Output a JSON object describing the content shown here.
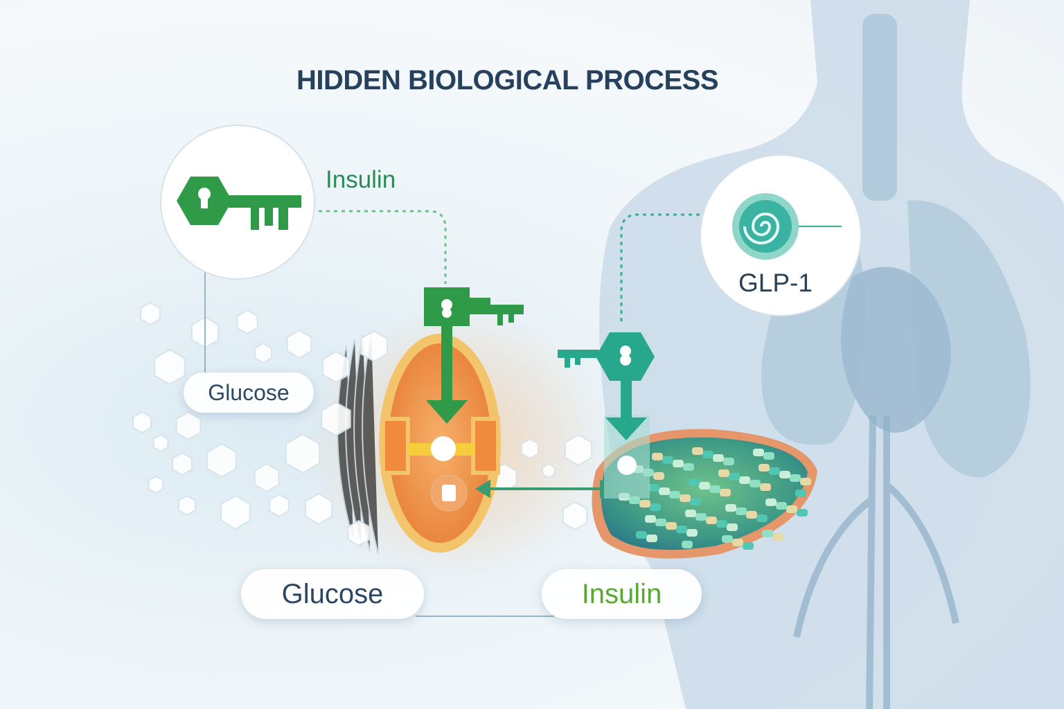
{
  "title": "HIDDEN BIOLOGICAL PROCESS",
  "labels": {
    "insulin_key": "Insulin",
    "glp1": "GLP-1",
    "glucose_small": "Glucose",
    "glucose_bottom": "Glucose",
    "insulin_bottom": "Insulin"
  },
  "colors": {
    "title": "#26405e",
    "insulin_key": "#2f9a48",
    "glp1_key": "#26a88c",
    "cell": "#f09a4f",
    "body": "#bcd3e3",
    "insulin_text_bottom": "#5aa832"
  }
}
